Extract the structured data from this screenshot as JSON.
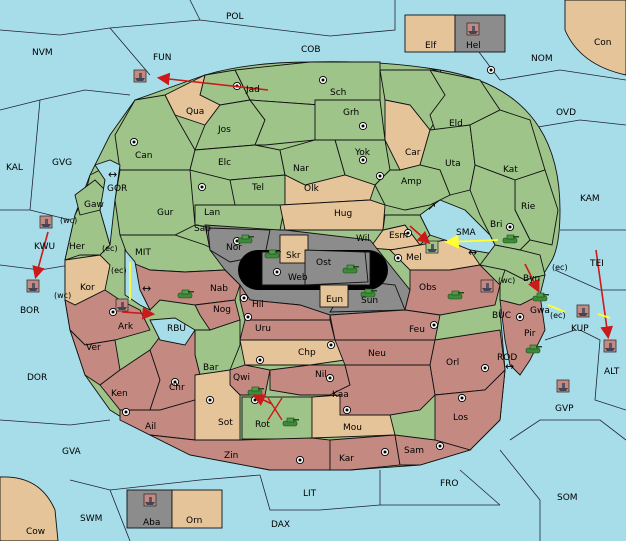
{
  "colors": {
    "sea": "#a6dde9",
    "green": "#9ec48a",
    "tan": "#e5c49a",
    "red": "#c48a82",
    "grey": "#8c8c8c",
    "black": "#000000",
    "order_red": "#cc1a1a",
    "order_yellow": "#ffff33"
  },
  "icons": {
    "unit_army": "tank-icon",
    "unit_fleet": "ship-icon",
    "supply_center": "supply-center-icon"
  },
  "sea": {
    "POL": "POL",
    "NVM": "NVM",
    "FUN": "FUN",
    "COB": "COB",
    "NOM": "NOM",
    "Con": "Con",
    "OVD": "OVD",
    "KAL": "KAL",
    "GVG": "GVG",
    "KAM": "KAM",
    "BOR": "BOR",
    "TEI": "TEI",
    "DOR": "DOR",
    "ALT": "ALT",
    "GVP": "GVP",
    "GVA": "GVA",
    "FRO": "FRO",
    "SOM": "SOM",
    "SWM": "SWM",
    "LIT": "LIT",
    "DAX": "DAX",
    "Cow": "Cow",
    "GOR": "GOR",
    "MIT": "MIT",
    "RBU": "RBU",
    "SMA": "SMA",
    "BUC": "BUC",
    "ROD": "ROD",
    "KUP": "KUP",
    "KWU": "KWU"
  },
  "land": {
    "Jad": "Jad",
    "Sch": "Sch",
    "Qua": "Qua",
    "Jos": "Jos",
    "Grh": "Grh",
    "Eld": "Eld",
    "Can": "Can",
    "Yok": "Yok",
    "Car": "Car",
    "Elc": "Elc",
    "Nar": "Nar",
    "Uta": "Uta",
    "Kat": "Kat",
    "Tel": "Tel",
    "Olk": "Olk",
    "Amp": "Amp",
    "Gaw": "Gaw",
    "Gur": "Gur",
    "Lan": "Lan",
    "Hug": "Hug",
    "Rie": "Rie",
    "Bri": "Bri",
    "Her": "Her",
    "Sap": "Sap",
    "Nor": "Nor",
    "Skr": "Skr",
    "Ost": "Ost",
    "Wil": "Wil",
    "Esm": "Esm",
    "Mel": "Mel",
    "Kor": "Kor",
    "Web": "Web",
    "Nab": "Nab",
    "Eun": "Eun",
    "Sun": "Sun",
    "Obs": "Obs",
    "Byn": "Byn",
    "Gwa": "Gwa",
    "Ark": "Ark",
    "Nog": "Nog",
    "Hil": "Hil",
    "Uru": "Uru",
    "Feu": "Feu",
    "Pir": "Pir",
    "Ver": "Ver",
    "Chp": "Chp",
    "Neu": "Neu",
    "Bar": "Bar",
    "Qwi": "Qwi",
    "Nil": "Nil",
    "Orl": "Orl",
    "Ken": "Ken",
    "Chr": "Chr",
    "Kaa": "Kaa",
    "Ail": "Ail",
    "Sot": "Sot",
    "Rot": "Rot",
    "Mou": "Mou",
    "Los": "Los",
    "Zin": "Zin",
    "Kar": "Kar",
    "Sam": "Sam",
    "Elf": "Elf",
    "Hel": "Hel",
    "Aba": "Aba",
    "Orn": "Orn"
  },
  "coast": {
    "wc1": "(wc)",
    "ec1": "(ec)",
    "ec2": "(ec)",
    "wc2": "(wc)",
    "wc3": "(wc)",
    "ec3": "(ec)",
    "ec4": "(ec)"
  }
}
